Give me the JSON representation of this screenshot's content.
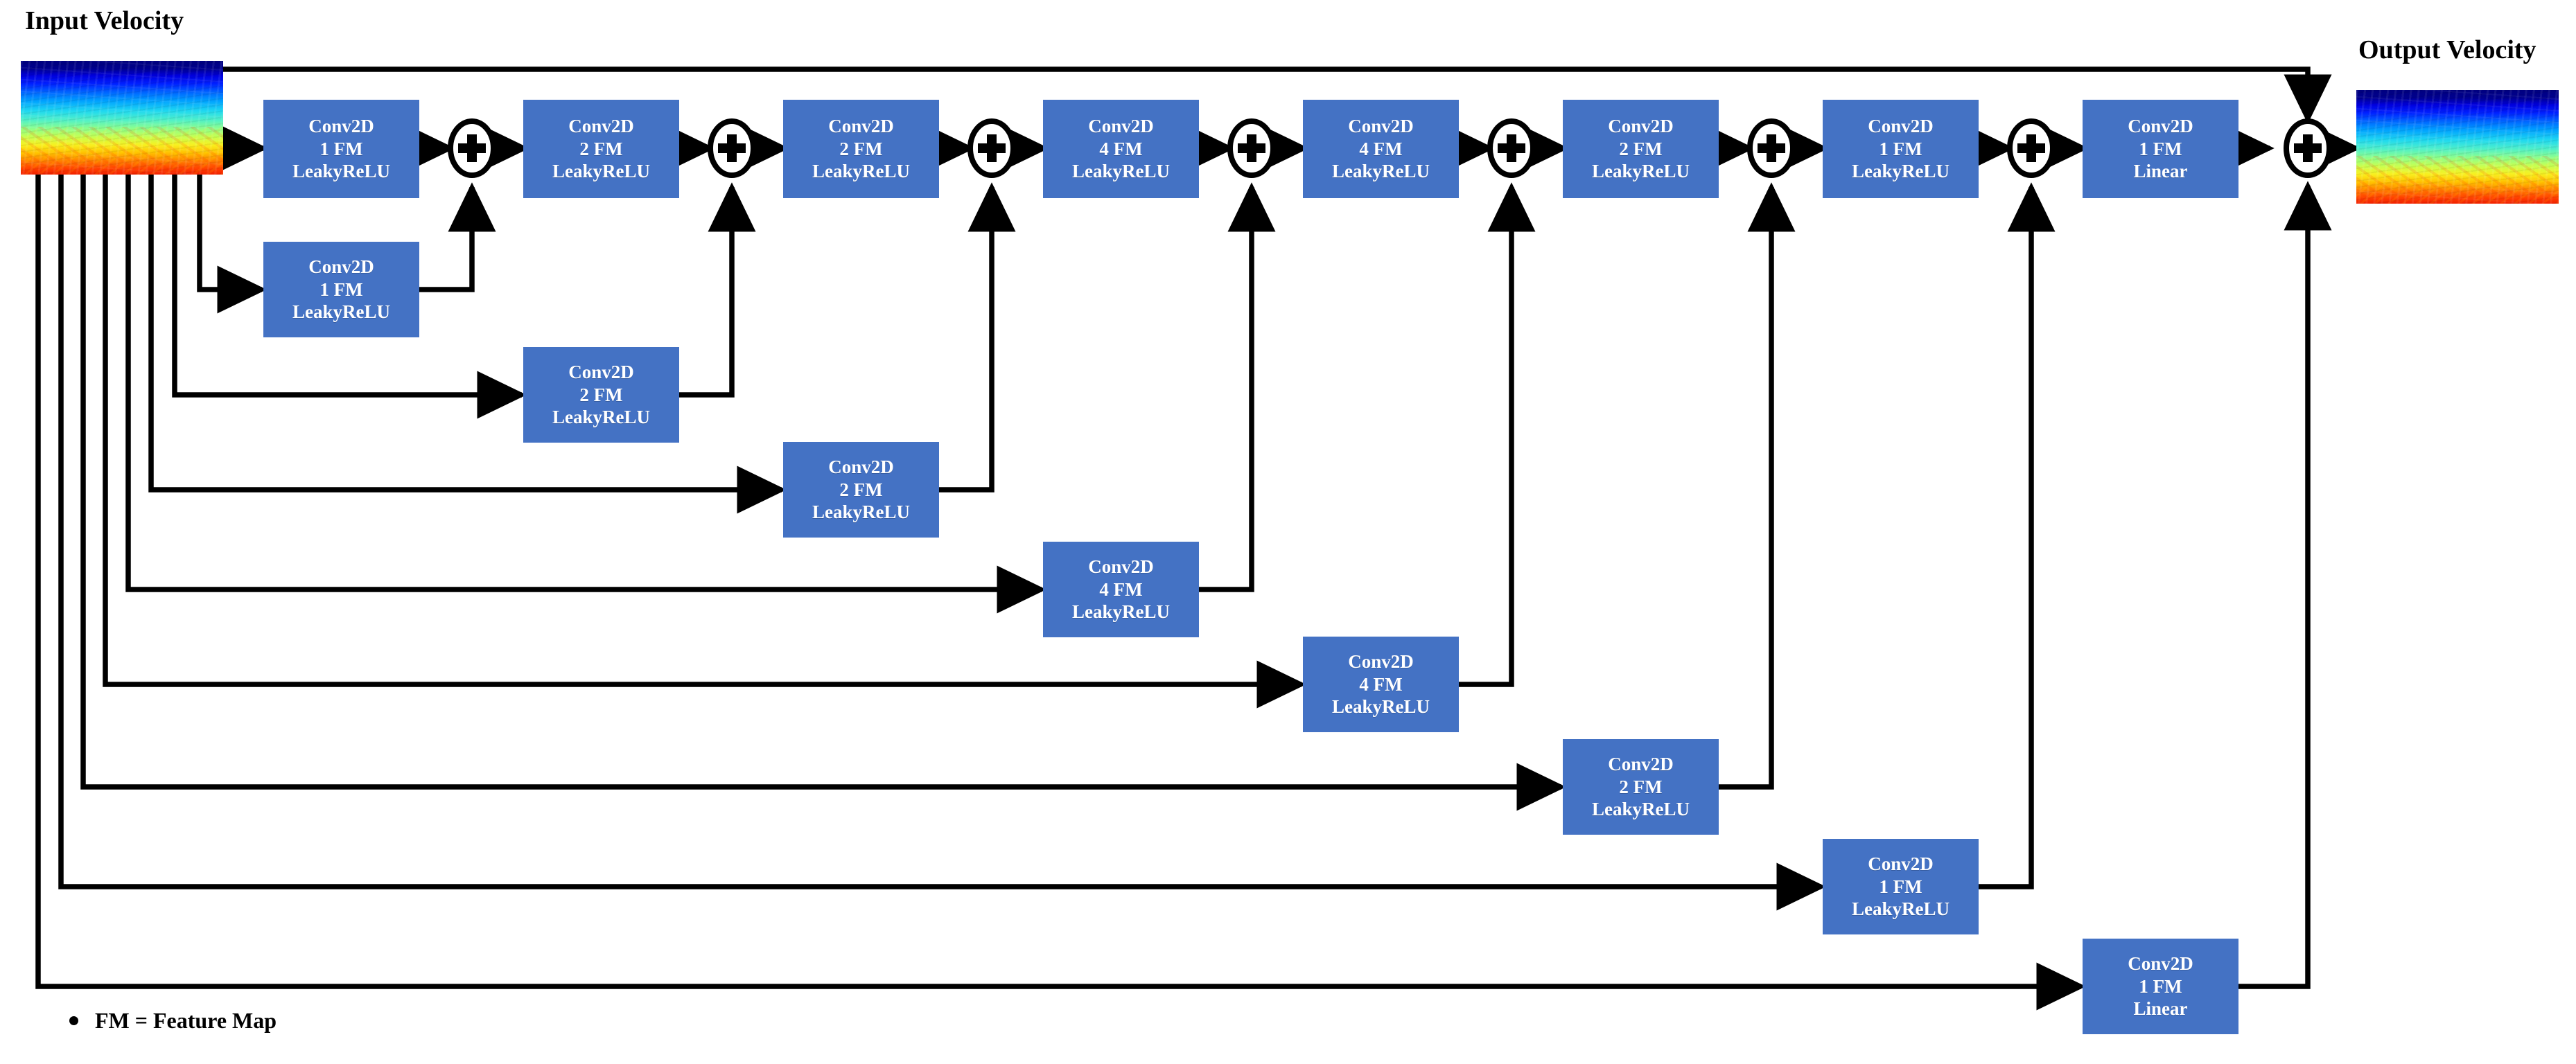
{
  "diagram": {
    "title_input": "Input Velocity",
    "title_output": "Output Velocity",
    "legend": "FM = Feature Map",
    "block_color": "#4472C4",
    "wire_color": "#000000",
    "background": "#FFFFFF",
    "adder_symbol": "+",
    "main_chain": [
      {
        "line1": "Conv2D",
        "line2": "1 FM",
        "line3": "LeakyReLU"
      },
      {
        "line1": "Conv2D",
        "line2": "2 FM",
        "line3": "LeakyReLU"
      },
      {
        "line1": "Conv2D",
        "line2": "2 FM",
        "line3": "LeakyReLU"
      },
      {
        "line1": "Conv2D",
        "line2": "4 FM",
        "line3": "LeakyReLU"
      },
      {
        "line1": "Conv2D",
        "line2": "4 FM",
        "line3": "LeakyReLU"
      },
      {
        "line1": "Conv2D",
        "line2": "2 FM",
        "line3": "LeakyReLU"
      },
      {
        "line1": "Conv2D",
        "line2": "1 FM",
        "line3": "LeakyReLU"
      },
      {
        "line1": "Conv2D",
        "line2": "1 FM",
        "line3": "Linear"
      }
    ],
    "skip_branch": [
      {
        "line1": "Conv2D",
        "line2": "1 FM",
        "line3": "LeakyReLU"
      },
      {
        "line1": "Conv2D",
        "line2": "2 FM",
        "line3": "LeakyReLU"
      },
      {
        "line1": "Conv2D",
        "line2": "2 FM",
        "line3": "LeakyReLU"
      },
      {
        "line1": "Conv2D",
        "line2": "4 FM",
        "line3": "LeakyReLU"
      },
      {
        "line1": "Conv2D",
        "line2": "4 FM",
        "line3": "LeakyReLU"
      },
      {
        "line1": "Conv2D",
        "line2": "2 FM",
        "line3": "LeakyReLU"
      },
      {
        "line1": "Conv2D",
        "line2": "1 FM",
        "line3": "LeakyReLU"
      },
      {
        "line1": "Conv2D",
        "line2": "1 FM",
        "line3": "Linear"
      }
    ],
    "adders": [
      "+",
      "+",
      "+",
      "+",
      "+",
      "+",
      "+",
      "+"
    ]
  }
}
